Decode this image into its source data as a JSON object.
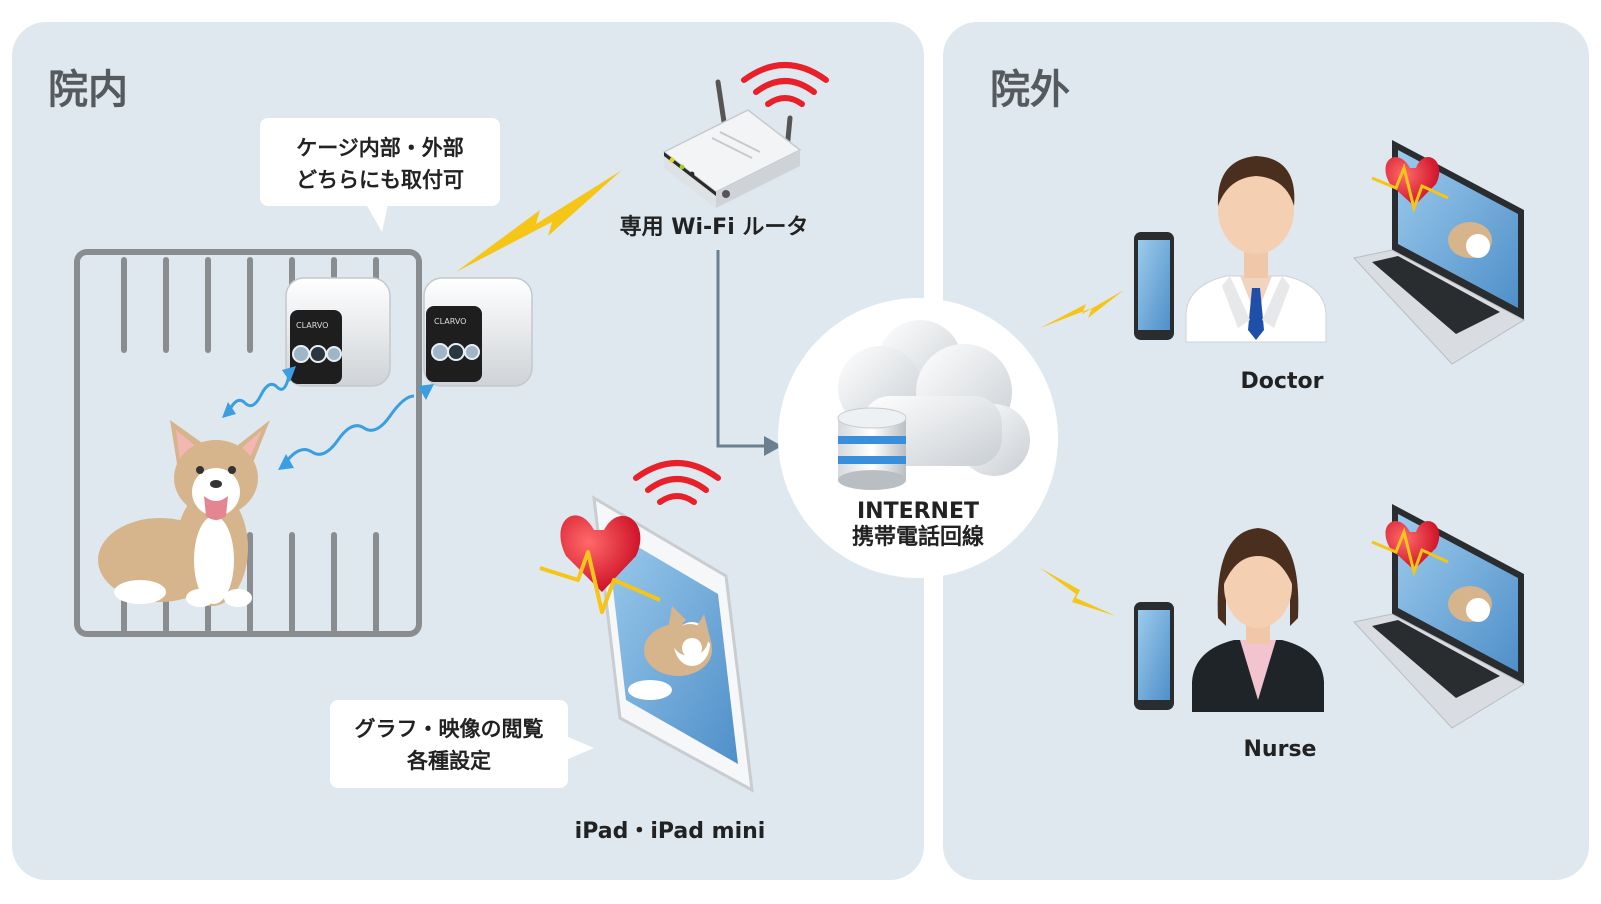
{
  "inside": {
    "title": "院内",
    "cage_note": [
      "ケージ内部・外部",
      "どちらにも取付可"
    ],
    "router_label": "専用 Wi-Fi ルータ",
    "camera_brand": "CLARVO",
    "ipad_label": "iPad・iPad mini",
    "ipad_note": [
      "グラフ・映像の閲覧",
      "各種設定"
    ]
  },
  "outside": {
    "title": "院外",
    "doctor_label": "Doctor",
    "nurse_label": "Nurse"
  },
  "cloud": {
    "line1": "INTERNET",
    "line2": "携帯電話回線"
  },
  "colors": {
    "panel": "#dfe8ef",
    "wifi": "#e8202a",
    "bolt": "#f5c518",
    "arrow": "#3a9ee0",
    "connector": "#6b7f8e"
  }
}
